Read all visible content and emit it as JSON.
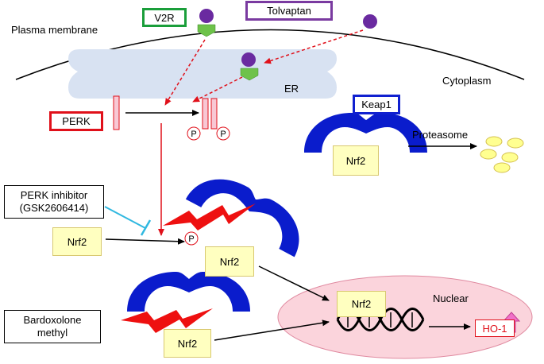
{
  "labels": {
    "plasma_membrane": "Plasma membrane",
    "er": "ER",
    "cytoplasm": "Cytoplasm",
    "proteasome": "Proteasome",
    "nuclear": "Nuclear",
    "ho1": "HO-1",
    "phospho": "P"
  },
  "boxes": {
    "v2r": "V2R",
    "tolvaptan": "Tolvaptan",
    "perk": "PERK",
    "keap1": "Keap1",
    "perk_inhibitor": "PERK inhibitor\n(GSK2606414)",
    "bardoxolone": "Bardoxolone\nmethyl",
    "nrf2": "Nrf2"
  },
  "colors": {
    "v2r_border": "#1a9e3a",
    "tolvaptan_border": "#7a3aa0",
    "perk_border": "#e0101a",
    "keap1_border": "#1020d0",
    "keap1_fill": "#0a1ccc",
    "ligand": "#6a2aa0",
    "receptor": "#6ec24a",
    "er_fill": "#d8e2f2",
    "nuclear_fill": "#fbd4dc",
    "red_arrow": "#e0101a",
    "inhibitor_line": "#30b8e0",
    "lightning": "#ee1010",
    "nrf2_fill": "#ffffc0"
  }
}
